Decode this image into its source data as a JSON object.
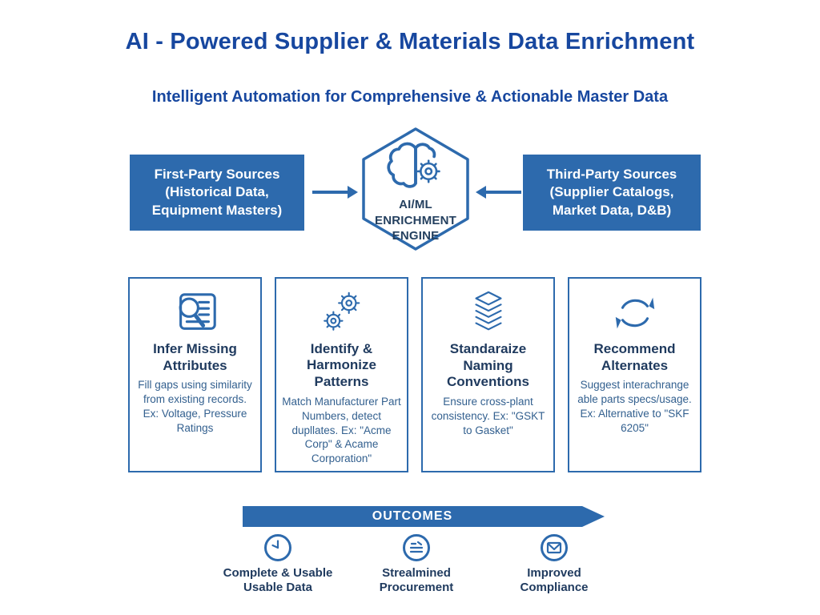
{
  "header": {
    "title": "AI - Powered Supplier & Materials Data Enrichment",
    "subtitle": "Intelligent Automation for Comprehensive & Actionable Master Data"
  },
  "flow": {
    "left_source": {
      "lines": [
        "First-Party Sources",
        "(Historical Data,",
        "Equipment Masters)"
      ]
    },
    "right_source": {
      "lines": [
        "Third-Party Sources",
        "(Supplier Catalogs,",
        "Market Data, D&B)"
      ]
    },
    "engine": {
      "icon": "brain-gear-icon",
      "lines": [
        "AI/ML",
        "ENRICHMENT",
        "ENGINE"
      ]
    },
    "arrows": [
      "left-to-engine-arrow",
      "right-to-engine-arrow"
    ]
  },
  "capabilities": [
    {
      "icon": "magnifier-document-icon",
      "title": "Infer Missing Attributes",
      "body": "Fill gaps using similarity from existing records. Ex: Voltage, Pressure Ratings"
    },
    {
      "icon": "gears-icon",
      "title": "Identify & Harmonize Patterns",
      "body": "Match Manufacturer Part Numbers, detect dupllates. Ex: \"Acme Corp\" & Acame Corporation\""
    },
    {
      "icon": "stacked-layers-icon",
      "title": "Standaraize Naming Conventions",
      "body": "Ensure cross-plant consistency. Ex: \"GSKT to Gasket\""
    },
    {
      "icon": "cycle-arrows-icon",
      "title": "Recommend Alternates",
      "body": "Suggest interachrange able parts specs/usage. Ex: Alternative to \"SKF 6205\""
    }
  ],
  "outcomes": {
    "banner_label": "OUTCOMES",
    "items": [
      {
        "icon": "gauge-clock-icon",
        "label_lines": [
          "Complete & Usable",
          "Usable Data"
        ]
      },
      {
        "icon": "checklist-icon",
        "label_lines": [
          "Strealmined",
          "Procurement"
        ]
      },
      {
        "icon": "envelope-icon",
        "label_lines": [
          "Improved",
          "Compliance"
        ]
      }
    ]
  },
  "colors": {
    "accent_blue": "#2d6aad",
    "title_blue": "#17479f",
    "navy_text": "#1f3a5e",
    "body_text_blue": "#33608f",
    "background": "#ffffff"
  }
}
